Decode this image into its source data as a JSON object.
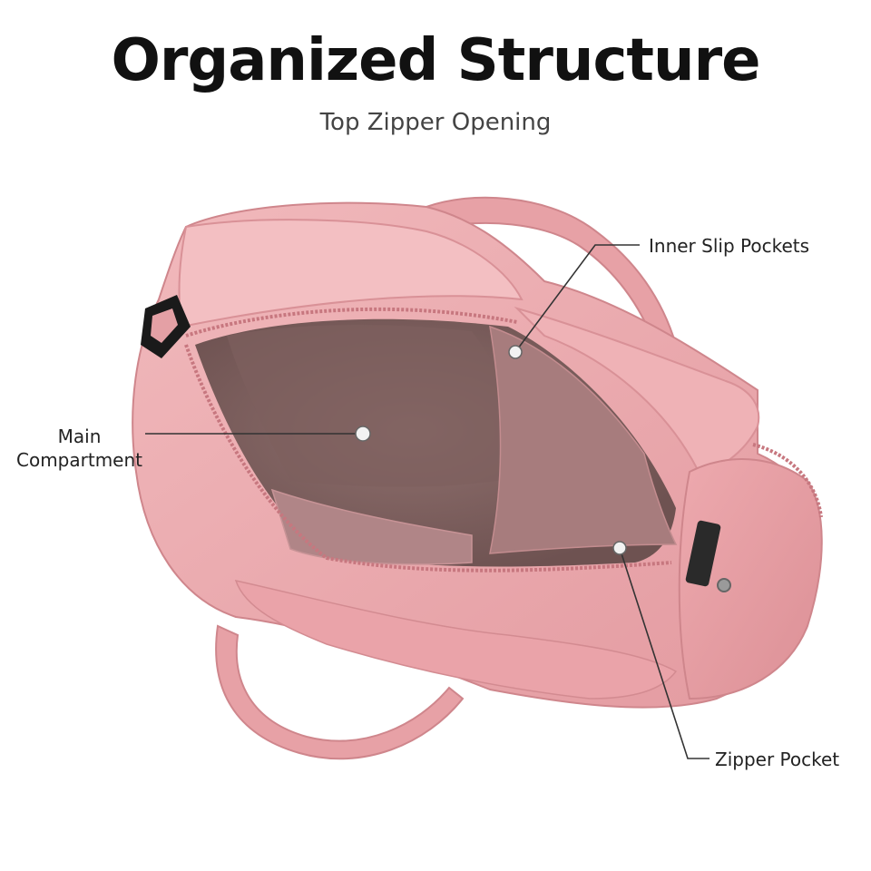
{
  "header": {
    "title": "Organized Structure",
    "subtitle": "Top Zipper Opening"
  },
  "callouts": {
    "inner_slip_pockets": "Inner Slip Pockets",
    "main_compartment_line1": "Main",
    "main_compartment_line2": "Compartment",
    "zipper_pocket": "Zipper Pocket"
  },
  "colors": {
    "bag_pink": "#eaa7ab",
    "bag_shadow": "#c98489",
    "interior": "#8a6a68",
    "callout_line": "#333333"
  }
}
